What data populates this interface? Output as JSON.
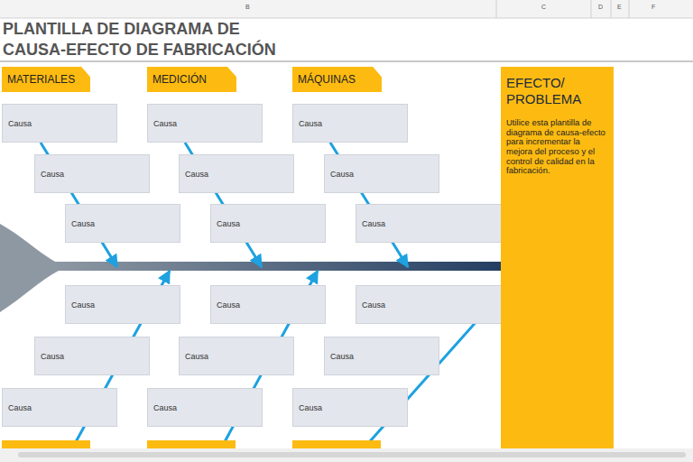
{
  "diagram": {
    "title": "PLANTILLA DE DIAGRAMA DE CAUSA-EFECTO DE FABRICACIÓN",
    "nodes": [
      {
        "text": [
          "MATERIALES"
        ]
      },
      {
        "text": [
          "MEDICIÓN"
        ]
      },
      {
        "text": [
          "MÁQUINAS"
        ]
      },
      {
        "text": [
          "Causa"
        ]
      },
      {
        "text": [
          "Causa"
        ]
      },
      {
        "text": [
          "Causa"
        ]
      },
      {
        "text": [
          "Causa"
        ]
      },
      {
        "text": [
          "Causa"
        ]
      },
      {
        "text": [
          "Causa"
        ]
      },
      {
        "text": [
          "Causa"
        ]
      },
      {
        "text": [
          "Causa"
        ]
      },
      {
        "text": [
          "Causa"
        ]
      },
      {
        "text": [
          "Causa"
        ]
      },
      {
        "text": [
          "Causa"
        ]
      },
      {
        "text": [
          "Causa"
        ]
      },
      {
        "text": [
          "Causa"
        ]
      },
      {
        "text": [
          "Causa"
        ]
      },
      {
        "text": [
          "Causa"
        ]
      },
      {
        "text": [
          "Causa"
        ]
      },
      {
        "text": [
          "Causa"
        ]
      },
      {
        "text": [
          "Causa"
        ]
      },
      {
        "text": [
          "EFECTO/ PROBLEMA",
          "Utilice esta plantilla de diagrama de causa-efecto para incrementar la mejora del proceso y el control de calidad en la fabricación."
        ]
      }
    ],
    "labels": [
      "B",
      "C",
      "D",
      "E",
      "F"
    ]
  }
}
